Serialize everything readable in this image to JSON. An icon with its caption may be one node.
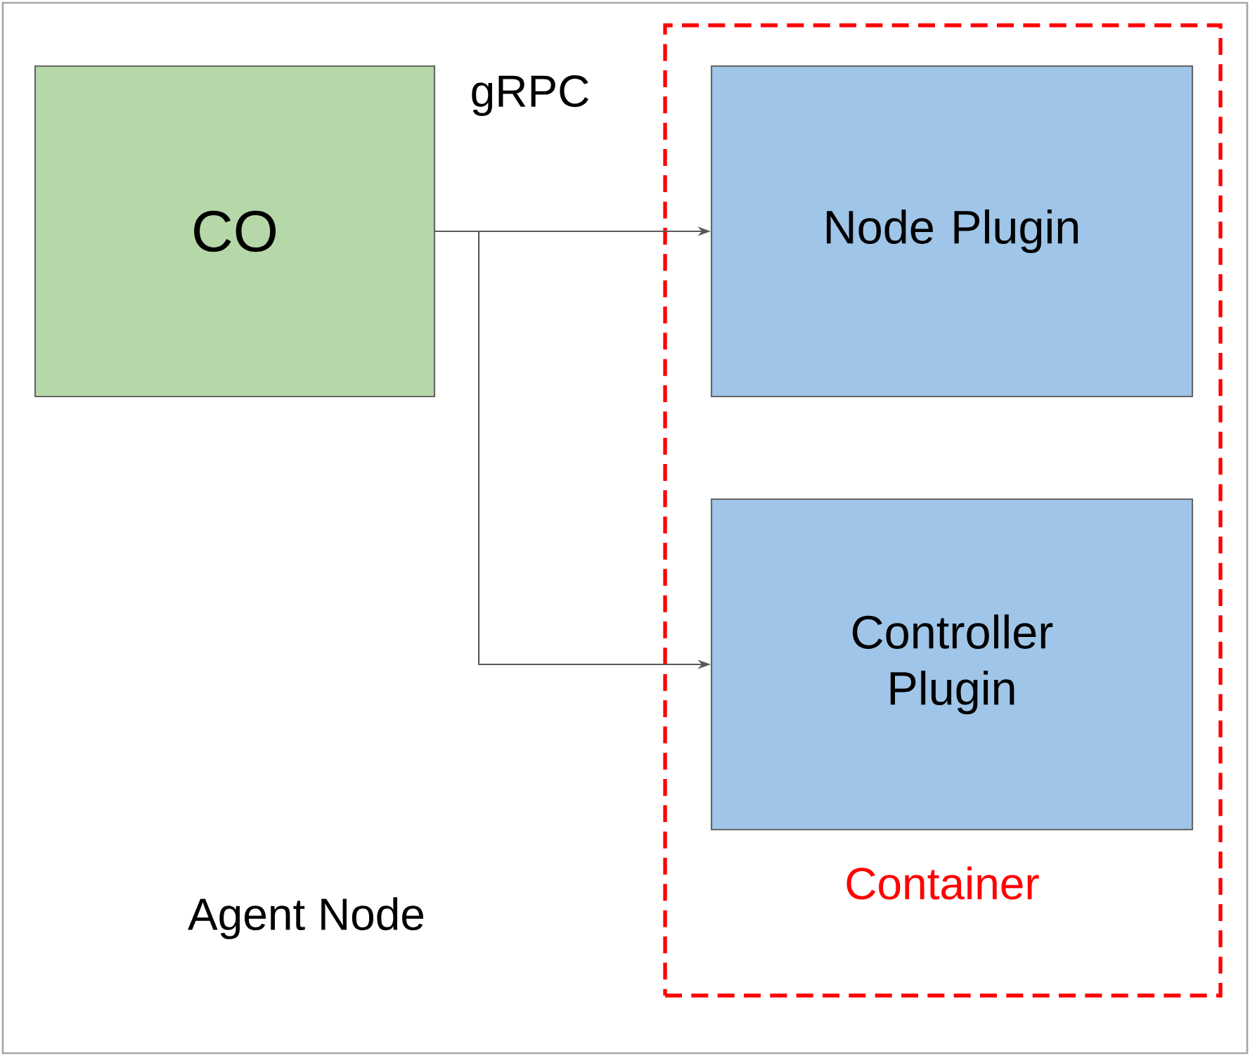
{
  "diagram": {
    "nodes": [
      {
        "text": [
          "Agent Node"
        ]
      },
      {
        "text": [
          "CO"
        ],
        "in": 0
      },
      {
        "text": [
          "Container"
        ],
        "in": 0
      },
      {
        "text": [
          "Node Plugin"
        ],
        "in": 2
      },
      {
        "text": [
          "Controller Plugin"
        ],
        "in": 2
      }
    ],
    "edges": [
      {
        "from": 1,
        "to": 3,
        "arrow": "to"
      },
      {
        "from": 1,
        "to": 4,
        "arrow": "to"
      }
    ],
    "labels": [
      "gRPC"
    ]
  }
}
